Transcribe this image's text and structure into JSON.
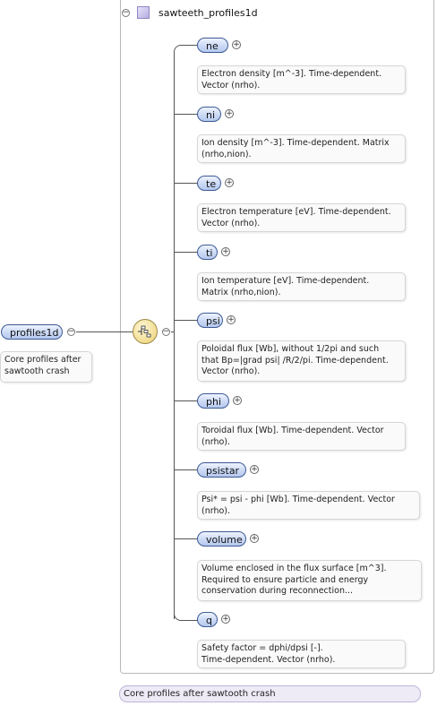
{
  "root": {
    "label": "profiles1d",
    "description": "Core profiles after sawtooth crash"
  },
  "type": {
    "title": "sawteeth_profiles1d",
    "footer": "Core profiles after sawtooth crash"
  },
  "children": [
    {
      "label": "ne",
      "desc_lines": [
        "Electron density [m^-3]. Time-dependent.",
        "Vector (nrho)."
      ]
    },
    {
      "label": "ni",
      "desc_lines": [
        "Ion density [m^-3]. Time-dependent. Matrix",
        "(nrho,nion)."
      ]
    },
    {
      "label": "te",
      "desc_lines": [
        "Electron temperature [eV]. Time-dependent.",
        "Vector (nrho)."
      ]
    },
    {
      "label": "ti",
      "desc_lines": [
        "Ion temperature [eV]. Time-dependent.",
        "Matrix (nrho,nion)."
      ]
    },
    {
      "label": "psi",
      "desc_lines": [
        "Poloidal flux [Wb], without 1/2pi and such",
        "that Bp=|grad psi| /R/2/pi. Time-dependent.",
        "Vector (nrho)."
      ]
    },
    {
      "label": "phi",
      "desc_lines": [
        "Toroidal flux [Wb]. Time-dependent. Vector",
        "(nrho)."
      ]
    },
    {
      "label": "psistar",
      "desc_lines": [
        "Psi* = psi - phi [Wb]. Time-dependent. Vector",
        "(nrho)."
      ]
    },
    {
      "label": "volume",
      "desc_lines": [
        "Volume enclosed in the flux surface [m^3].",
        "Required to ensure particle and energy",
        "conservation during reconnection..."
      ]
    },
    {
      "label": "q",
      "desc_lines": [
        "Safety factor = dphi/dpsi [-].",
        "Time-dependent. Vector (nrho)."
      ]
    }
  ],
  "icons": {
    "collapse": "minus-circle-icon",
    "expand": "plus-circle-icon",
    "sequence": "sequence-compositor-icon",
    "complex_type": "complex-type-icon"
  },
  "colors": {
    "node_border": "#3c5a94",
    "node_fill": "#cbd9f5",
    "compositor_fill": "#f1dc8e",
    "footer_fill": "#eeebf7"
  }
}
